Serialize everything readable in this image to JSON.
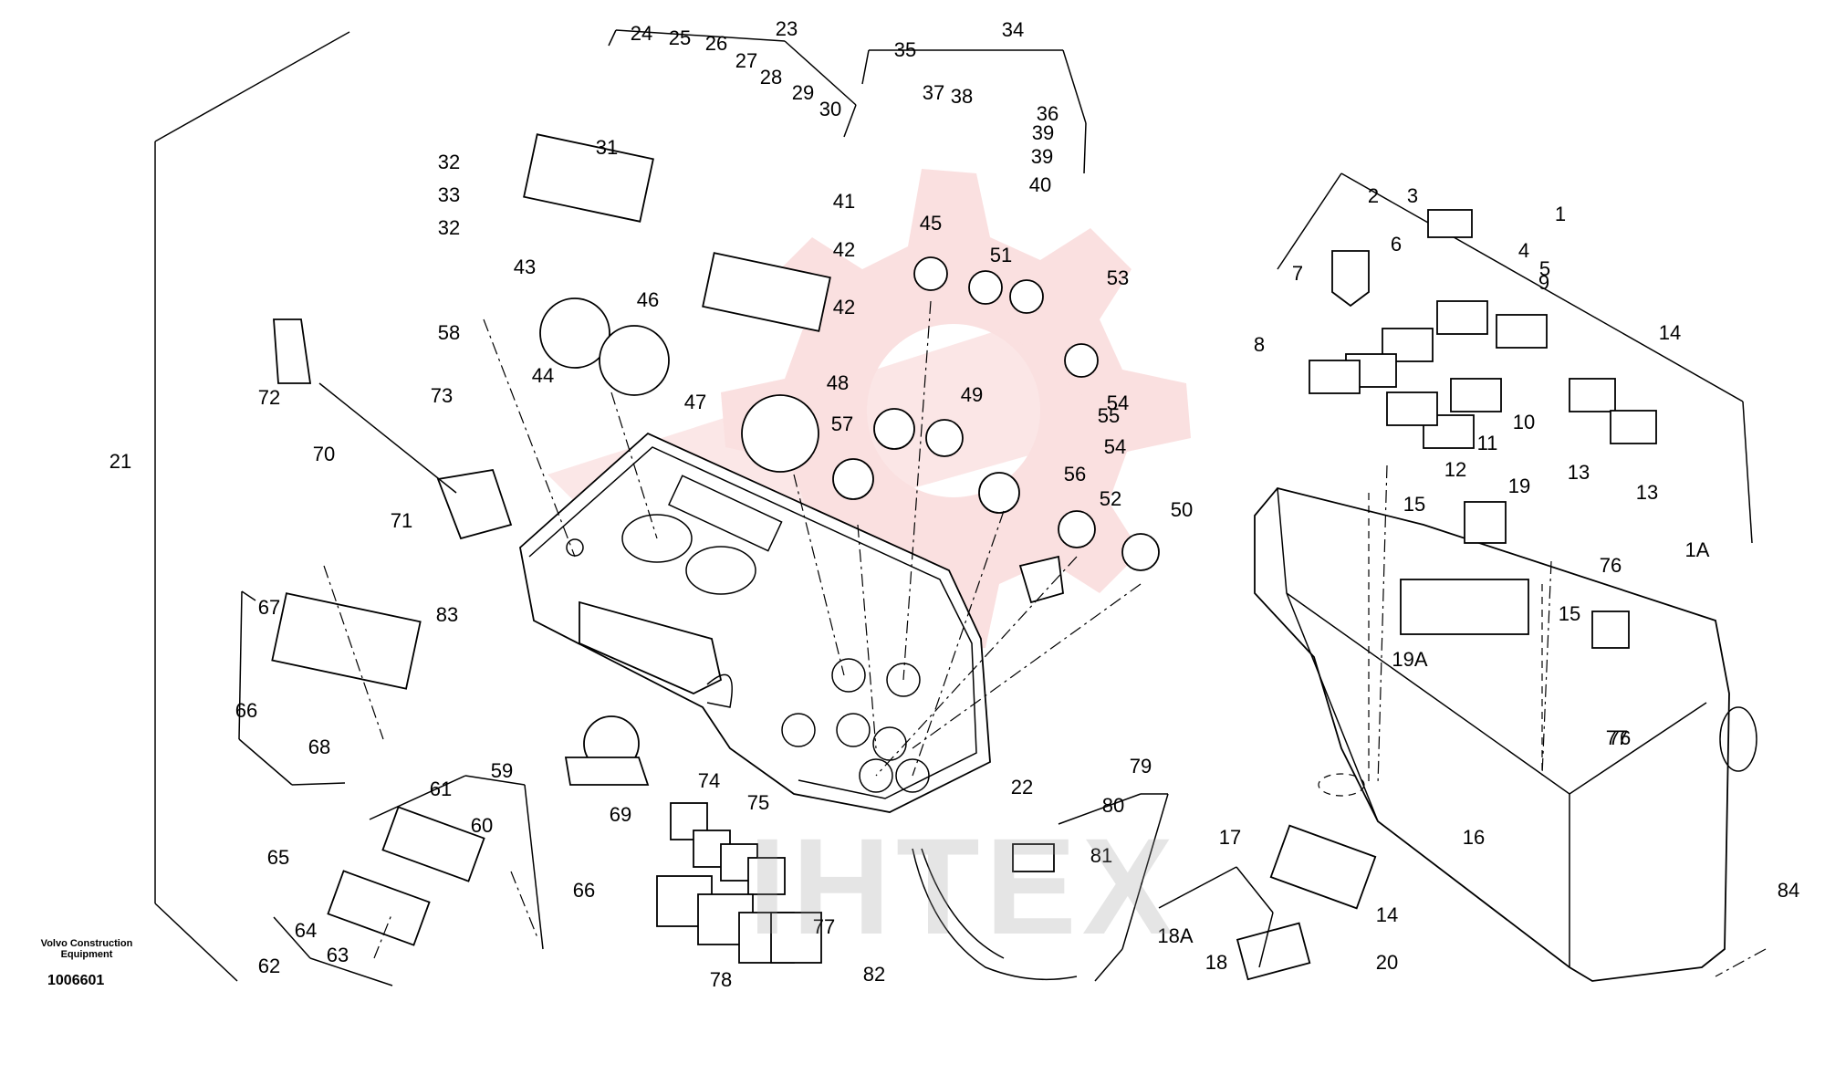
{
  "footer": {
    "company": "Volvo Construction Equipment",
    "drawing_id": "1006601"
  },
  "watermark": {
    "text": "IHTEX",
    "gear_color": "#f6c7c7"
  },
  "part_labels": [
    "1",
    "1A",
    "2",
    "3",
    "4",
    "5",
    "6",
    "7",
    "8",
    "9",
    "10",
    "11",
    "12",
    "13",
    "13",
    "14",
    "14",
    "15",
    "15",
    "16",
    "17",
    "18",
    "18A",
    "19",
    "19A",
    "20",
    "21",
    "22",
    "23",
    "24",
    "25",
    "26",
    "27",
    "28",
    "29",
    "30",
    "31",
    "32",
    "32",
    "33",
    "34",
    "35",
    "36",
    "37",
    "38",
    "39",
    "39",
    "40",
    "41",
    "42",
    "42",
    "43",
    "44",
    "45",
    "46",
    "47",
    "48",
    "49",
    "50",
    "51",
    "52",
    "53",
    "54",
    "54",
    "55",
    "56",
    "57",
    "58",
    "59",
    "60",
    "61",
    "62",
    "63",
    "64",
    "65",
    "66",
    "66",
    "67",
    "68",
    "69",
    "70",
    "71",
    "72",
    "73",
    "74",
    "75",
    "76",
    "76",
    "77",
    "77",
    "78",
    "79",
    "80",
    "81",
    "82",
    "83",
    "84"
  ]
}
